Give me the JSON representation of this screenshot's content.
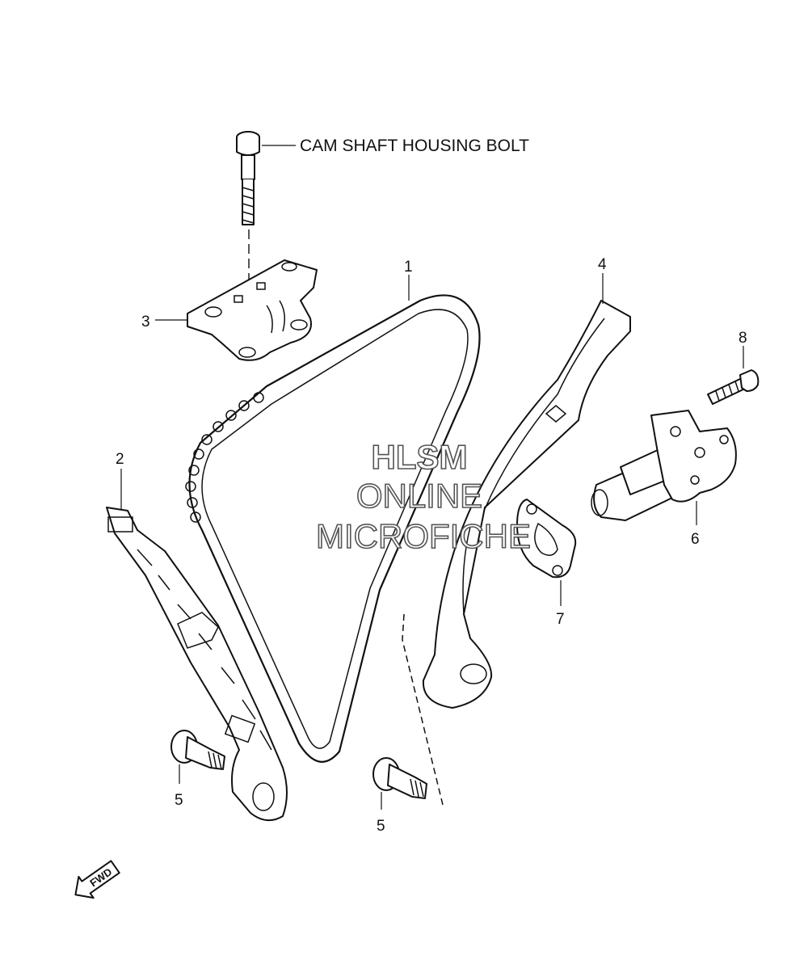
{
  "callout": {
    "text": "CAM SHAFT HOUSING BOLT"
  },
  "labels": {
    "l1": "1",
    "l2": "2",
    "l3": "3",
    "l4": "4",
    "l5a": "5",
    "l5b": "5",
    "l6": "6",
    "l7": "7",
    "l8": "8"
  },
  "watermark": {
    "line1": "HLSM",
    "line2": "ONLINE",
    "line3": "MICROFICHE"
  },
  "fwd": {
    "text": "FWD"
  }
}
